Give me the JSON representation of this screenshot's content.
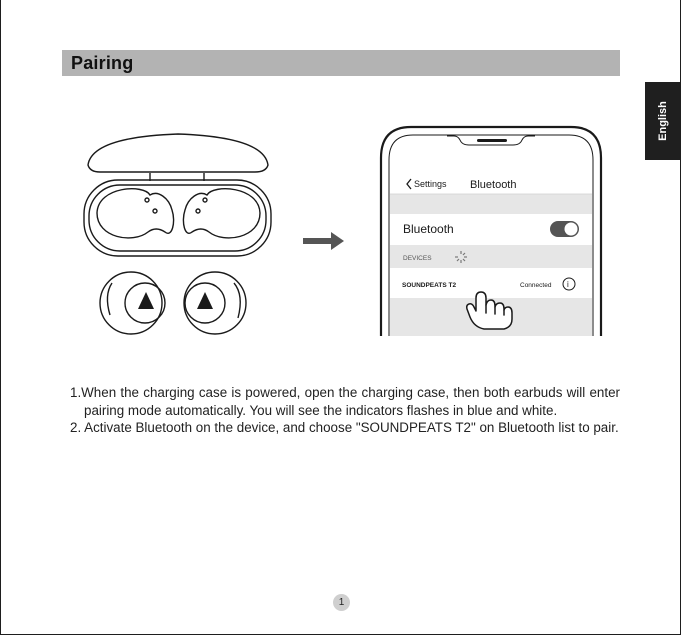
{
  "section": {
    "title": "Pairing"
  },
  "language_tab": {
    "label": "English"
  },
  "phone": {
    "back_label": "Settings",
    "nav_title": "Bluetooth",
    "bluetooth_row_label": "Bluetooth",
    "bluetooth_on": true,
    "devices_header": "DEVICES",
    "device_name": "SOUNDPEATS T2",
    "device_status": "Connected",
    "info_glyph": "i"
  },
  "instructions": {
    "steps": [
      "1.When the charging case is powered, open the charging case, then both earbuds will enter pairing mode automatically. You will see the indicators flashes in blue and white.",
      "2. Activate Bluetooth on the device, and choose \"SOUNDPEATS T2\" on Bluetooth list to pair."
    ]
  },
  "page": {
    "number": "1"
  },
  "icons": [
    "charging-case-icon",
    "earbud-icon",
    "right-arrow-icon",
    "chevron-left-icon",
    "loading-spinner-icon",
    "info-icon",
    "pointing-hand-icon"
  ],
  "colors": {
    "section_bar": "#b3b3b3",
    "tab": "#1f1f1f",
    "toggle_on": "#555555",
    "page_badge": "#cfcfcf"
  }
}
